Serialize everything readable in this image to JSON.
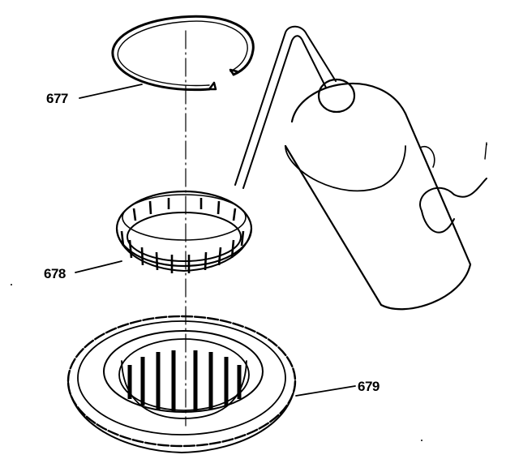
{
  "diagram": {
    "callouts": [
      {
        "id": "snap-ring",
        "label": "677"
      },
      {
        "id": "roller-clutch",
        "label": "678"
      },
      {
        "id": "clutch-race",
        "label": "679"
      }
    ],
    "colors": {
      "ink": "#000000",
      "background": "#ffffff"
    }
  }
}
